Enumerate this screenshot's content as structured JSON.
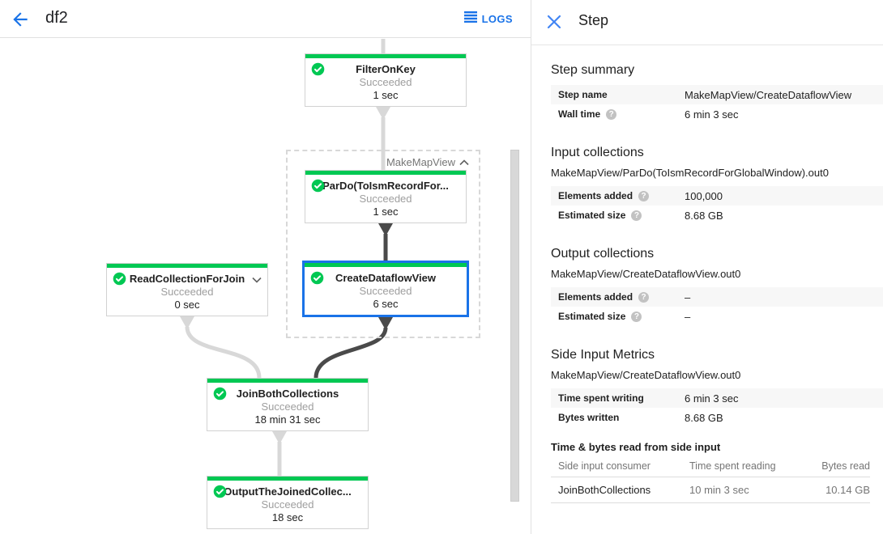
{
  "colors": {
    "accent_blue": "#1a73e8",
    "close_blue": "#4285f4",
    "success_green": "#00c853",
    "edge_light": "#d8d8d8",
    "edge_dark": "#4a4a4a",
    "selected_border": "#1a73e8"
  },
  "header": {
    "title": "df2",
    "logs_label": "LOGS"
  },
  "graph": {
    "group_label": "MakeMapView",
    "nodes": [
      {
        "name": "FilterOnKey",
        "status": "Succeeded",
        "time": "1 sec"
      },
      {
        "name": "ParDo(ToIsmRecordFor...",
        "status": "Succeeded",
        "time": "1 sec"
      },
      {
        "name": "CreateDataflowView",
        "status": "Succeeded",
        "time": "6 sec"
      },
      {
        "name": "ReadCollectionForJoin",
        "status": "Succeeded",
        "time": "0 sec"
      },
      {
        "name": "JoinBothCollections",
        "status": "Succeeded",
        "time": "18 min 31 sec"
      },
      {
        "name": "OutputTheJoinedCollec...",
        "status": "Succeeded",
        "time": "18 sec"
      }
    ]
  },
  "panel": {
    "title": "Step",
    "step_summary": {
      "heading": "Step summary",
      "rows": [
        {
          "label": "Step name",
          "value": "MakeMapView/CreateDataflowView"
        },
        {
          "label": "Wall time",
          "value": "6 min 3 sec"
        }
      ]
    },
    "input_collections": {
      "heading": "Input collections",
      "subtitle": "MakeMapView/ParDo(ToIsmRecordForGlobalWindow).out0",
      "rows": [
        {
          "label": "Elements added",
          "value": "100,000"
        },
        {
          "label": "Estimated size",
          "value": "8.68 GB"
        }
      ]
    },
    "output_collections": {
      "heading": "Output collections",
      "subtitle": "MakeMapView/CreateDataflowView.out0",
      "rows": [
        {
          "label": "Elements added",
          "value": "–"
        },
        {
          "label": "Estimated size",
          "value": "–"
        }
      ]
    },
    "side_input_metrics": {
      "heading": "Side Input Metrics",
      "subtitle": "MakeMapView/CreateDataflowView.out0",
      "rows": [
        {
          "label": "Time spent writing",
          "value": "6 min 3 sec"
        },
        {
          "label": "Bytes written",
          "value": "8.68 GB"
        }
      ]
    },
    "side_input_table": {
      "heading": "Time & bytes read from side input",
      "columns": [
        "Side input consumer",
        "Time spent reading",
        "Bytes read"
      ],
      "rows": [
        {
          "consumer": "JoinBothCollections",
          "time_reading": "10 min 3 sec",
          "bytes_read": "10.14 GB"
        }
      ]
    }
  }
}
